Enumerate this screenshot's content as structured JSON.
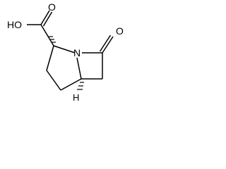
{
  "molecule": {
    "atoms": {
      "hydroxyl": "HO",
      "carbonyl_o_acid": "O",
      "carbonyl_o_lactam": "O",
      "ring_n": "N",
      "bridgehead_h": "H"
    }
  }
}
